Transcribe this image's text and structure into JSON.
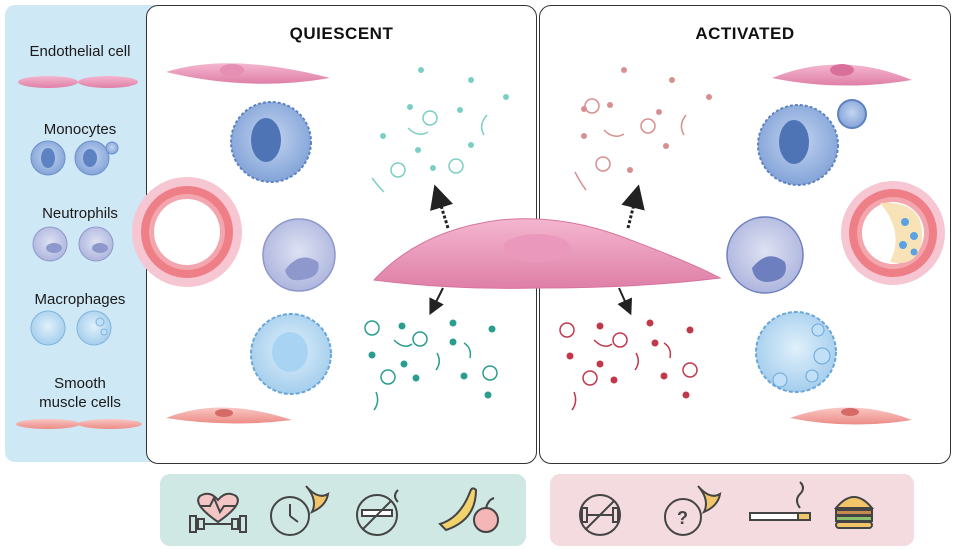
{
  "sidebar": {
    "items": [
      {
        "label": "Endothelial cell"
      },
      {
        "label": "Monocytes"
      },
      {
        "label": "Neutrophils"
      },
      {
        "label": "Macrophages"
      },
      {
        "label_line1": "Smooth",
        "label_line2": "muscle cells"
      }
    ]
  },
  "panels": {
    "quiescent": {
      "title": "QUIESCENT"
    },
    "activated": {
      "title": "ACTIVATED"
    }
  },
  "icons": {
    "quiescent_lifestyle": [
      "heart-exercise-icon",
      "clock-moon-icon",
      "no-smoking-icon",
      "fruit-icon"
    ],
    "activated_lifestyle": [
      "no-exercise-icon",
      "question-moon-icon",
      "cigarette-icon",
      "burger-icon"
    ]
  },
  "colors": {
    "sidebar_bg": "#cfe8f5",
    "quiescent_particles": "#2a9d8f",
    "activated_particles": "#c0394b",
    "endothelial": "#e98fb4",
    "lifestyle_quiescent_bg": "#cfe8e3",
    "lifestyle_activated_bg": "#f3dbe0"
  }
}
